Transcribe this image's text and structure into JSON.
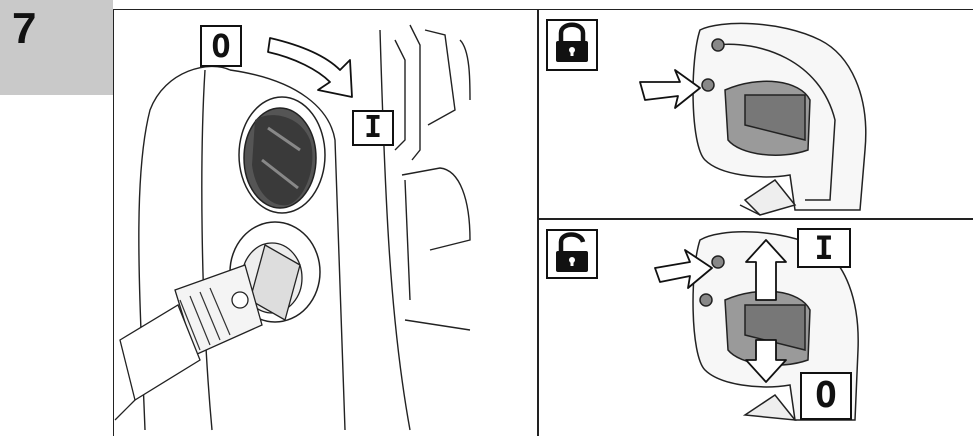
{
  "step": {
    "number": "7"
  },
  "panels": {
    "switch": {
      "off_symbol": "O",
      "on_symbol": "I",
      "arrow_icon": "curved-arrow-right-icon"
    },
    "locked": {
      "lock_icon": "padlock-closed-icon",
      "arrow_icon": "push-arrow-right-icon"
    },
    "unlocked": {
      "lock_icon": "padlock-open-icon",
      "on_symbol": "I",
      "off_symbol": "O",
      "arrow_icon": "push-arrow-right-icon"
    }
  }
}
